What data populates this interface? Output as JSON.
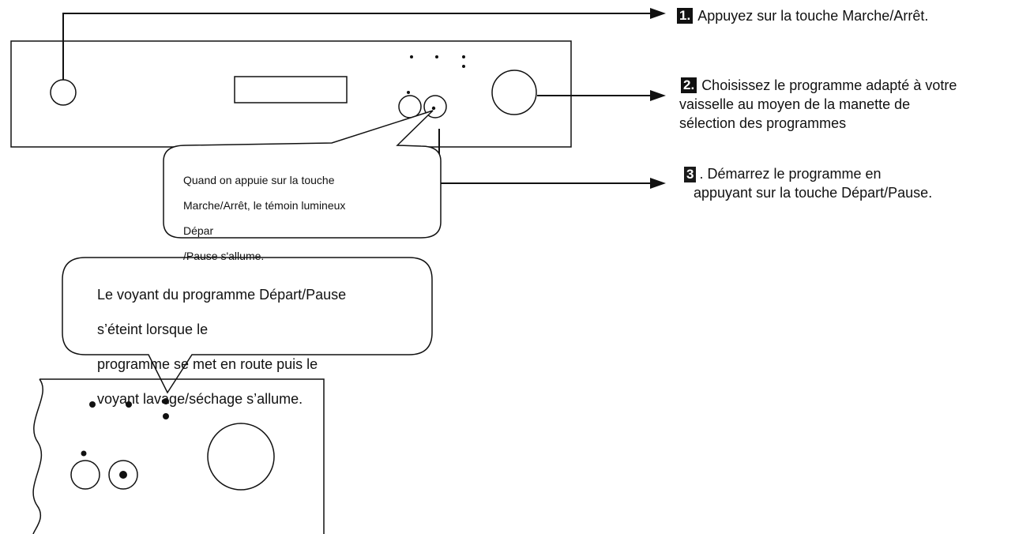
{
  "steps": {
    "step1": {
      "number": "1.",
      "text": "Appuyez sur la touche Marche/Arrêt."
    },
    "step2": {
      "number": "2.",
      "line1": "Choisissez le programme adapté à votre",
      "line2": "vaisselle au moyen de la manette de",
      "line3": "sélection des programmes"
    },
    "step3": {
      "number": "3",
      "line1": ". Démarrez le programme en",
      "line2": "appuyant sur la touche Départ/Pause."
    }
  },
  "callouts": {
    "top": {
      "line1": "Quand on appuie sur la touche",
      "line2": "Marche/Arrêt, le témoin lumineux",
      "line3": "Dépar",
      "line4": "/Pause s'allume."
    },
    "bottom": {
      "line1": "Le voyant du programme Départ/Pause",
      "line2": "s’éteint lorsque le",
      "line3": "programme se met en route puis le",
      "line4": "voyant lavage/séchage s’allume."
    }
  },
  "colors": {
    "line": "#111111",
    "background": "#ffffff"
  }
}
